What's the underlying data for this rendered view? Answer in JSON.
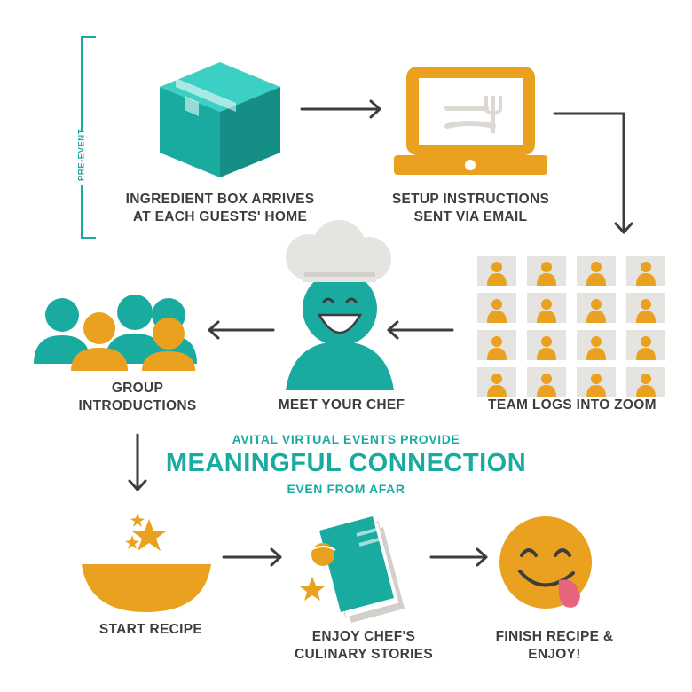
{
  "pre_event_label": "PRE-EVENT",
  "steps": {
    "ingredient_box": [
      "INGREDIENT BOX ARRIVES",
      "AT EACH GUESTS' HOME"
    ],
    "setup_instructions": [
      "SETUP INSTRUCTIONS",
      "SENT VIA EMAIL"
    ],
    "team_logs": [
      "TEAM LOGS INTO ZOOM"
    ],
    "meet_chef": [
      "MEET YOUR CHEF"
    ],
    "group_intro": [
      "GROUP",
      "INTRODUCTIONS"
    ],
    "start_recipe": [
      "START RECIPE"
    ],
    "enjoy_stories": [
      "ENJOY CHEF'S",
      "CULINARY STORIES"
    ],
    "finish_recipe": [
      "FINISH RECIPE &",
      "ENJOY!"
    ]
  },
  "tagline": {
    "line1": "AVITAL VIRTUAL EVENTS PROVIDE",
    "line2": "MEANINGFUL CONNECTION",
    "line3": "EVEN FROM AFAR"
  },
  "colors": {
    "teal": "#1aaba0",
    "orange": "#e9a11f",
    "dark": "#3d3d3d",
    "grey_light": "#e6e4e0",
    "pink": "#e8637c"
  },
  "icons": [
    "box-icon",
    "laptop-icon",
    "zoom-grid-icon",
    "chef-icon",
    "group-icon",
    "bowl-icon",
    "book-icon",
    "face-tongue-icon"
  ]
}
